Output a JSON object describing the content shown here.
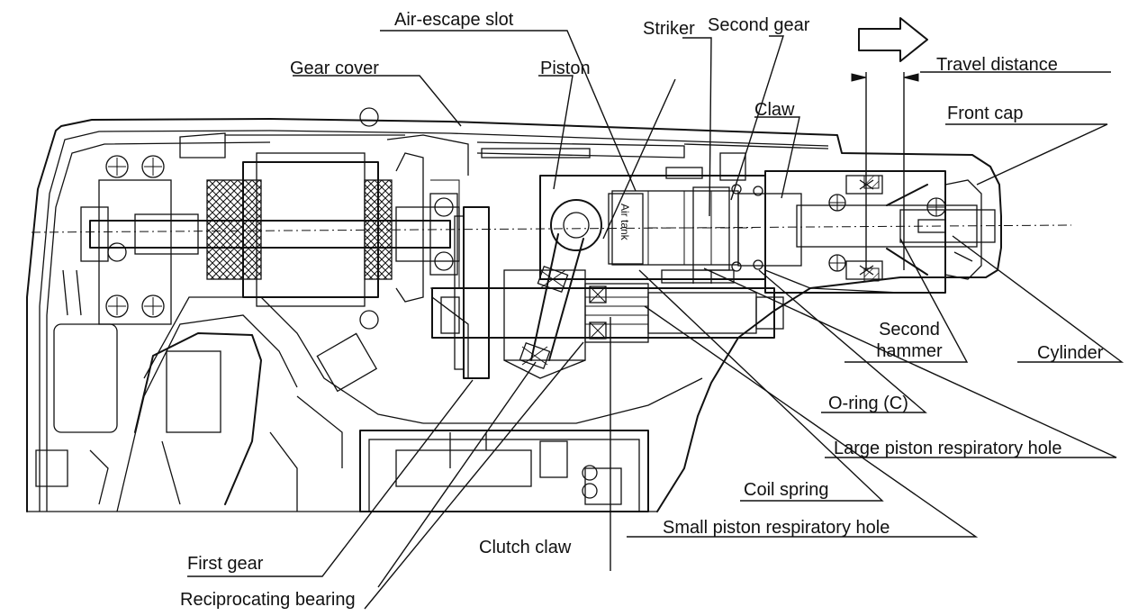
{
  "labels": {
    "air_escape_slot": "Air-escape slot",
    "striker": "Striker",
    "second_gear": "Second gear",
    "travel_distance": "Travel distance",
    "gear_cover": "Gear cover",
    "piston": "Piston",
    "claw": "Claw",
    "front_cap": "Front cap",
    "air_tank": "Air tank",
    "second_hammer_line1": "Second",
    "second_hammer_line2": "hammer",
    "cylinder": "Cylinder",
    "o_ring_c": "O-ring (C)",
    "large_piston_respiratory_hole": "Large piston respiratory hole",
    "coil_spring": "Coil spring",
    "small_piston_respiratory_hole": "Small piston respiratory hole",
    "first_gear": "First gear",
    "clutch_claw": "Clutch claw",
    "reciprocating_bearing": "Reciprocating bearing"
  },
  "colors": {
    "ink": "#111111",
    "background": "#ffffff"
  },
  "icons": {
    "direction_arrow": "right-arrow-outline-icon"
  }
}
